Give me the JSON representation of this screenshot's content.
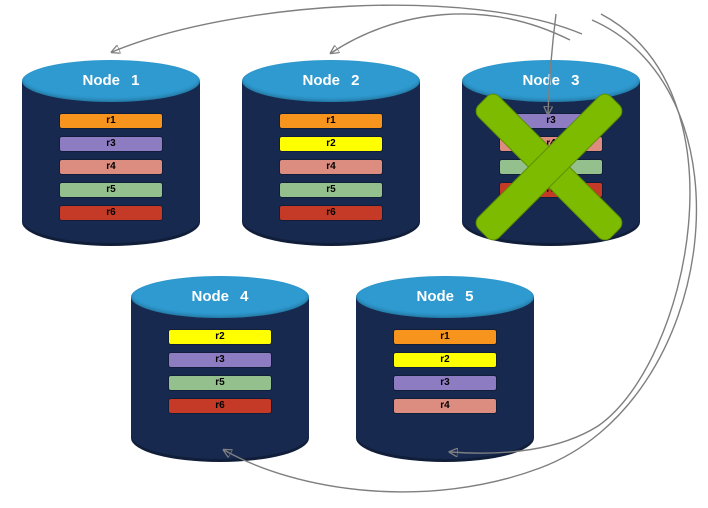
{
  "diagram": {
    "type": "database-replication-failure-diagram",
    "background": "#FFFFFF",
    "cylinder": {
      "body_color": "#17294E",
      "top_color": "#2E9AD0",
      "title_color": "#FFFFFF"
    },
    "failure_mark": {
      "node": "Node 3",
      "shape": "X",
      "color": "#7CBB00"
    },
    "arrow_color": "#7F7F7F",
    "nodes": [
      {
        "title": "Node 1",
        "failed": false,
        "rows": [
          {
            "label": "r1",
            "color": "#F7941E"
          },
          {
            "label": "r3",
            "color": "#8E7CC3"
          },
          {
            "label": "r4",
            "color": "#DD8C80"
          },
          {
            "label": "r5",
            "color": "#93C08C"
          },
          {
            "label": "r6",
            "color": "#C43A26"
          }
        ]
      },
      {
        "title": "Node 2",
        "failed": false,
        "rows": [
          {
            "label": "r1",
            "color": "#F7941E"
          },
          {
            "label": "r2",
            "color": "#FFFF00"
          },
          {
            "label": "r4",
            "color": "#DD8C80"
          },
          {
            "label": "r5",
            "color": "#93C08C"
          },
          {
            "label": "r6",
            "color": "#C43A26"
          }
        ]
      },
      {
        "title": "Node 3",
        "failed": true,
        "rows": [
          {
            "label": "r3",
            "color": "#8E7CC3"
          },
          {
            "label": "r4",
            "color": "#DD8C80"
          },
          {
            "label": "r5",
            "color": "#93C08C"
          },
          {
            "label": "r6",
            "color": "#C43A26"
          }
        ]
      },
      {
        "title": "Node 4",
        "failed": false,
        "rows": [
          {
            "label": "r2",
            "color": "#FFFF00"
          },
          {
            "label": "r3",
            "color": "#8E7CC3"
          },
          {
            "label": "r5",
            "color": "#93C08C"
          },
          {
            "label": "r6",
            "color": "#C43A26"
          }
        ]
      },
      {
        "title": "Node 5",
        "failed": false,
        "rows": [
          {
            "label": "r1",
            "color": "#F7941E"
          },
          {
            "label": "r2",
            "color": "#FFFF00"
          },
          {
            "label": "r3",
            "color": "#8E7CC3"
          },
          {
            "label": "r4",
            "color": "#DD8C80"
          }
        ]
      }
    ],
    "arrows": [
      {
        "from": "Node 3",
        "to": "Node 1"
      },
      {
        "from": "Node 3",
        "to": "Node 2"
      },
      {
        "from": "Node 3",
        "to": "Node 4"
      },
      {
        "from": "Node 3",
        "to": "Node 5"
      },
      {
        "from": "Node 3 top",
        "to": "Node 3 row r3"
      }
    ]
  }
}
